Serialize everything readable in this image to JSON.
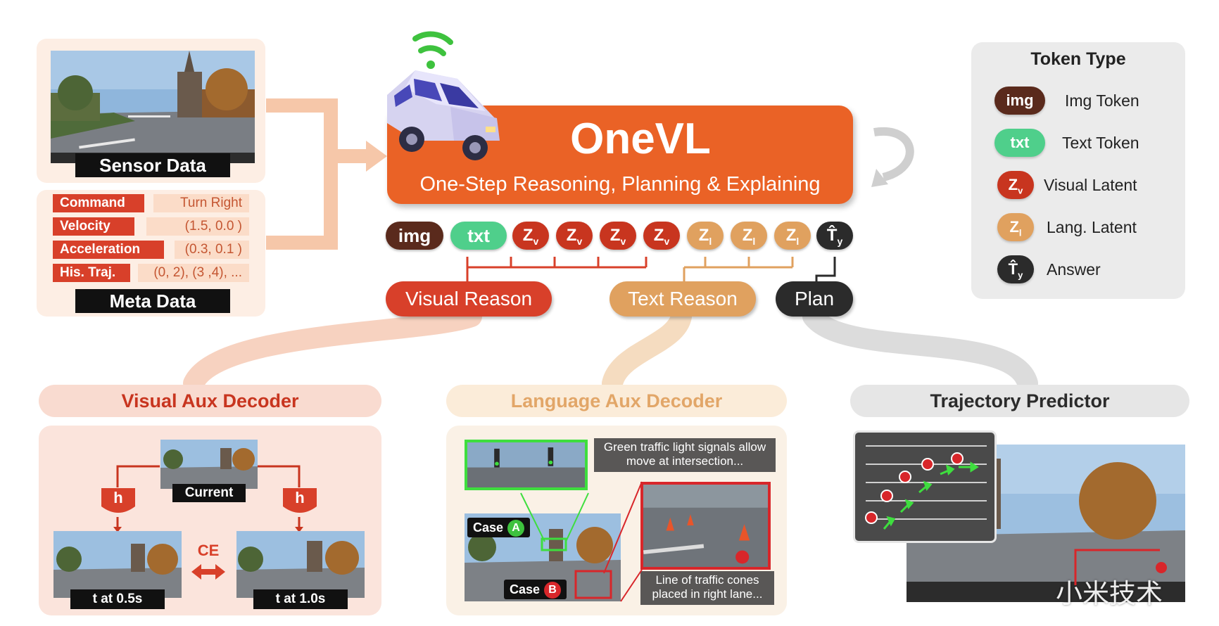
{
  "sensor": {
    "label": "Sensor Data"
  },
  "meta": {
    "label": "Meta Data",
    "rows": [
      {
        "key": "Command",
        "value": "Turn Right"
      },
      {
        "key": "Velocity",
        "value": "(1.5, 0.0 )"
      },
      {
        "key": "Acceleration",
        "value": "(0.3, 0.1 )"
      },
      {
        "key": "His. Traj.",
        "value": "(0, 2), (3 ,4), ..."
      }
    ]
  },
  "main": {
    "title": "OneVL",
    "subtitle": "One-Step Reasoning, Planning & Explaining"
  },
  "tokens": [
    {
      "text": "img",
      "sub": ""
    },
    {
      "text": "txt",
      "sub": ""
    },
    {
      "text": "Z",
      "sub": "v"
    },
    {
      "text": "Z",
      "sub": "v"
    },
    {
      "text": "Z",
      "sub": "v"
    },
    {
      "text": "Z",
      "sub": "v"
    },
    {
      "text": "Z",
      "sub": "l"
    },
    {
      "text": "Z",
      "sub": "l"
    },
    {
      "text": "Z",
      "sub": "l"
    },
    {
      "text": "T̂",
      "sub": "y"
    }
  ],
  "reason": {
    "visual": "Visual Reason",
    "text": "Text Reason",
    "plan": "Plan"
  },
  "legend": {
    "title": "Token Type",
    "items": [
      {
        "tok": "img",
        "sub": "",
        "label": "Img Token"
      },
      {
        "tok": "txt",
        "sub": "",
        "label": "Text Token"
      },
      {
        "tok": "Z",
        "sub": "v",
        "label": "Visual Latent"
      },
      {
        "tok": "Z",
        "sub": "l",
        "label": "Lang. Latent"
      },
      {
        "tok": "T̂",
        "sub": "y",
        "label": "Answer"
      }
    ]
  },
  "decoders": {
    "visual": {
      "title": "Visual Aux Decoder",
      "current": "Current",
      "h": "h",
      "ce": "CE",
      "t1": "t at 0.5s",
      "t2": "t at 1.0s"
    },
    "language": {
      "title": "Language Aux Decoder",
      "caption_a": "Green traffic light signals allow move at intersection...",
      "caption_b": "Line of traffic cones placed in right lane...",
      "case_a": "Case",
      "badge_a": "A",
      "case_b": "Case",
      "badge_b": "B"
    },
    "trajectory": {
      "title": "Trajectory Predictor"
    }
  },
  "watermark": "小米技术",
  "colors": {
    "img": "#5a2a1c",
    "txt": "#4fcf8b",
    "visual_latent": "#c8351f",
    "lang_latent": "#e0a15f",
    "answer": "#2b2b2b",
    "main_orange": "#ea6226"
  }
}
